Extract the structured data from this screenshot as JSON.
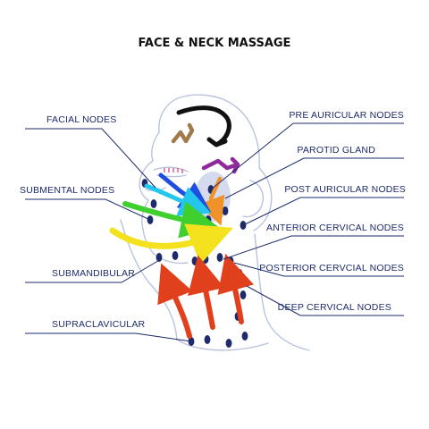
{
  "title": "FACE & NECK MASSAGE",
  "labels": {
    "facial_nodes": "FACIAL NODES",
    "submental_nodes": "SUBMENTAL NODES",
    "submandibular": "SUBMANDIBULAR",
    "supraclavicular": "SUPRACLAVICULAR",
    "pre_auricular_nodes": "PRE AURICULAR NODES",
    "parotid_gland": "PAROTID GLAND",
    "post_auricular_nodes": "POST AURICULAR NODES",
    "anterior_cervical_nodes": "ANTERIOR CERVICAL NODES",
    "posterior_cervical_nodes": "POSTERIOR CERVCIAL NODES",
    "deep_cervical_nodes": "DEEP CERVICAL NODES"
  },
  "colors": {
    "node": "#1d2a6b",
    "label_text": "#1d2a6b",
    "outline": "#b9c3de",
    "arrow_black": "#111111",
    "arrow_brown": "#a07a4a",
    "arrow_purple": "#8e2a9a",
    "arrow_orange": "#f0922a",
    "arrow_blue": "#1f4fe0",
    "arrow_cyan": "#25c6ee",
    "arrow_green": "#3fcf2e",
    "arrow_yellow": "#f3e21d",
    "arrow_red": "#e0401c",
    "parotid_fill": "#cfd7ec"
  }
}
